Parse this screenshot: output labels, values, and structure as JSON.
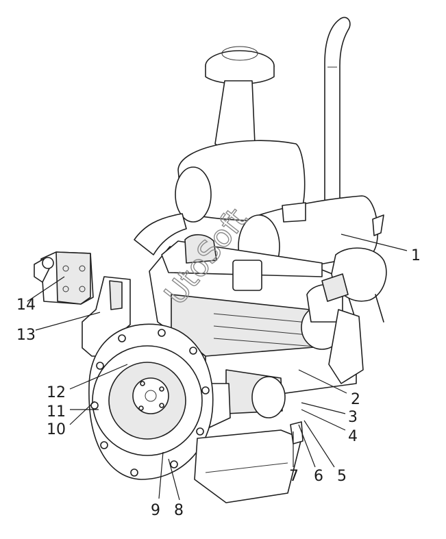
{
  "watermark": "UtoSoft",
  "callouts": [
    {
      "label": "1"
    },
    {
      "label": "2"
    },
    {
      "label": "3"
    },
    {
      "label": "4"
    },
    {
      "label": "5"
    },
    {
      "label": "6"
    },
    {
      "label": "7"
    },
    {
      "label": "8"
    },
    {
      "label": "9"
    },
    {
      "label": "10"
    },
    {
      "label": "11"
    },
    {
      "label": "12"
    },
    {
      "label": "13"
    },
    {
      "label": "14"
    }
  ],
  "colors": {
    "line": "#1f1f1f",
    "fill": "#ffffff",
    "shade": "#e9e9e9"
  }
}
